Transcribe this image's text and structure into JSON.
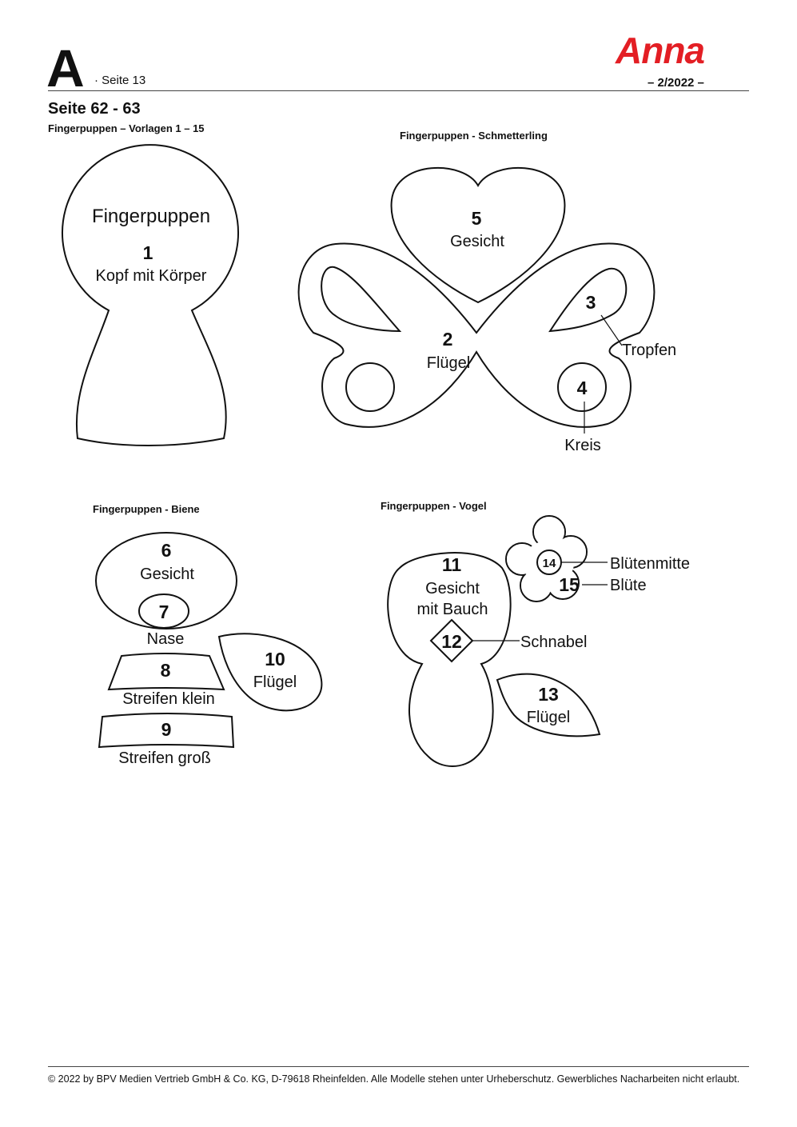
{
  "header": {
    "letter": "A",
    "page": "· Seite 13",
    "logo": "Anna",
    "issue": "– 2/2022 –"
  },
  "section": {
    "title": "Seite 62 - 63",
    "subtitle": "Fingerpuppen – Vorlagen 1 – 15"
  },
  "groups": {
    "schmetterling": "Fingerpuppen - Schmetterling",
    "biene": "Fingerpuppen - Biene",
    "vogel": "Fingerpuppen - Vogel"
  },
  "pieces": {
    "p1": {
      "heading": "Fingerpuppen",
      "num": "1",
      "label": "Kopf mit Körper"
    },
    "p2": {
      "num": "2",
      "label": "Flügel"
    },
    "p3": {
      "num": "3",
      "label": "Tropfen"
    },
    "p4": {
      "num": "4",
      "label": "Kreis"
    },
    "p5": {
      "num": "5",
      "label": "Gesicht"
    },
    "p6": {
      "num": "6",
      "label": "Gesicht"
    },
    "p7": {
      "num": "7",
      "label": "Nase"
    },
    "p8": {
      "num": "8",
      "label": "Streifen klein"
    },
    "p9": {
      "num": "9",
      "label": "Streifen groß"
    },
    "p10": {
      "num": "10",
      "label": "Flügel"
    },
    "p11": {
      "num": "11",
      "label1": "Gesicht",
      "label2": "mit Bauch"
    },
    "p12": {
      "num": "12",
      "label": "Schnabel"
    },
    "p13": {
      "num": "13",
      "label": "Flügel"
    },
    "p14": {
      "num": "14",
      "label": "Blütenmitte"
    },
    "p15": {
      "num": "15",
      "label": "Blüte"
    }
  },
  "footer": {
    "text": "© 2022 by BPV Medien Vertrieb GmbH & Co. KG, D-79618 Rheinfelden. Alle Modelle stehen unter Urheberschutz. Gewerbliches Nacharbeiten nicht erlaubt."
  }
}
